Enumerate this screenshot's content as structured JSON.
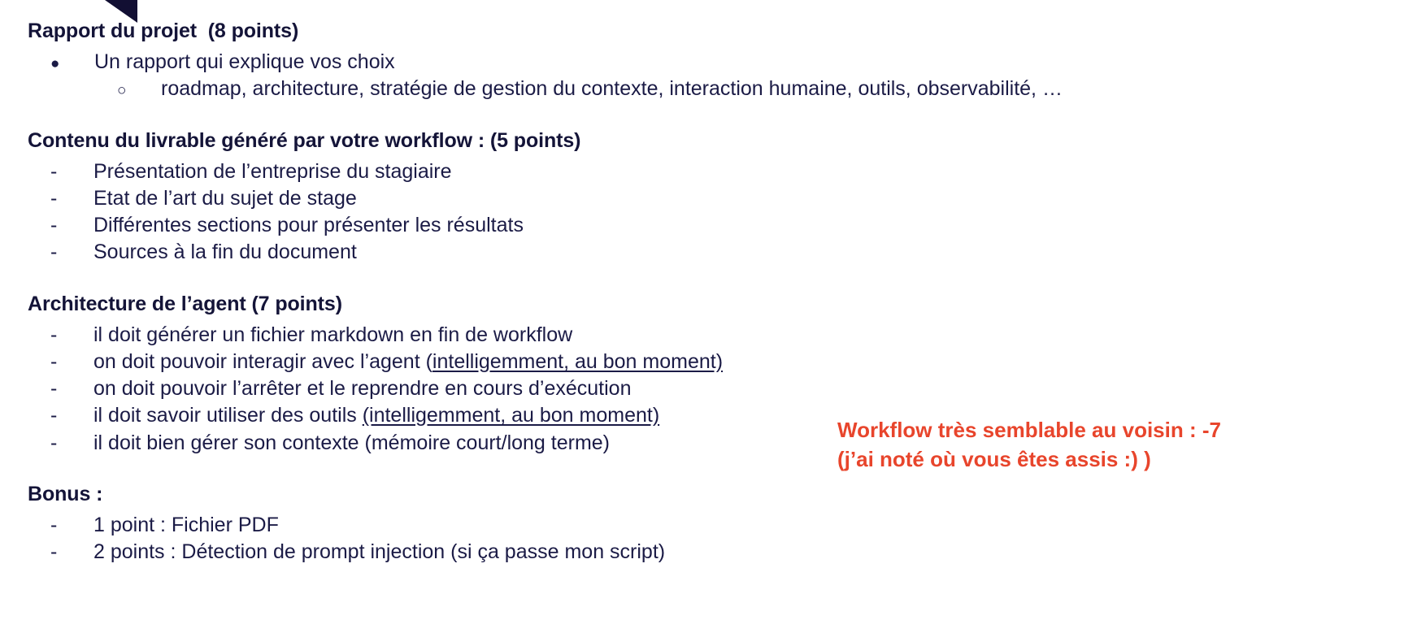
{
  "slide": {
    "background_color": "#ffffff",
    "text_color": "#141438",
    "accent_color": "#e8452c",
    "corner_shape": "navy-triangle"
  },
  "sections": [
    {
      "heading": "Rapport du projet  (8 points)",
      "items": [
        {
          "marker": "●",
          "level": 1,
          "text": "Un rapport qui explique vos choix"
        },
        {
          "marker": "○",
          "level": 2,
          "text": "roadmap, architecture, stratégie de gestion du contexte, interaction humaine, outils, observabilité, …"
        }
      ]
    },
    {
      "heading": "Contenu du livrable généré par votre workflow : (5 points)",
      "items": [
        {
          "marker": "-",
          "level": 1,
          "text": "Présentation de l’entreprise du stagiaire"
        },
        {
          "marker": "-",
          "level": 1,
          "text": "Etat de l’art du sujet de stage"
        },
        {
          "marker": "-",
          "level": 1,
          "text": "Différentes sections pour présenter les résultats"
        },
        {
          "marker": "-",
          "level": 1,
          "text": "Sources à la fin du document"
        }
      ]
    },
    {
      "heading": "Architecture de l’agent (7 points)",
      "items": [
        {
          "marker": "-",
          "level": 1,
          "text": "il doit générer un fichier markdown en fin de workflow"
        },
        {
          "marker": "-",
          "level": 1,
          "text": "on doit pouvoir interagir avec l’agent (",
          "underlined": "intelligemment, au bon moment)"
        },
        {
          "marker": "-",
          "level": 1,
          "text": "on doit pouvoir l’arrêter et le reprendre en cours d’exécution"
        },
        {
          "marker": "-",
          "level": 1,
          "text": "il doit savoir utiliser des outils ",
          "underlined": "(intelligemment, au bon moment)"
        },
        {
          "marker": "-",
          "level": 1,
          "text": "il doit bien gérer son contexte (mémoire court/long terme)"
        }
      ]
    },
    {
      "heading": "Bonus :",
      "items": [
        {
          "marker": "-",
          "level": 1,
          "text": "1 point : Fichier PDF"
        },
        {
          "marker": "-",
          "level": 1,
          "text": "2 points : Détection de prompt injection (si ça passe mon script)"
        }
      ]
    }
  ],
  "annotation": {
    "color": "#e8452c",
    "lines": [
      "Workflow très semblable au voisin : -7",
      "(j’ai noté où vous êtes assis :) )"
    ]
  }
}
